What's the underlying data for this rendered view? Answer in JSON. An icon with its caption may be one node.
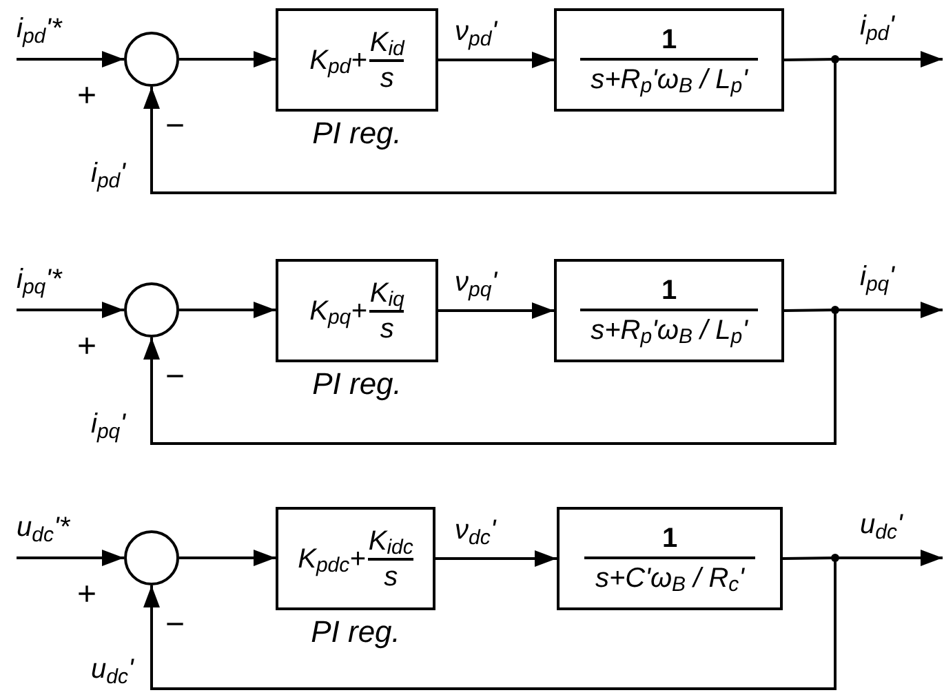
{
  "diagram": {
    "nodes": [
      {
        "text": [],
        "shape": "circle"
      },
      {
        "text": [
          "K$_{pd}$+",
          "K$_{id}$",
          "s"
        ],
        "beside": [
          "PI reg."
        ]
      },
      {
        "text": [
          "1",
          "s+R$_{p}$'ω$_{B}$ / L$_{p}$'"
        ]
      },
      {
        "text": [],
        "shape": "dot"
      },
      {
        "text": [],
        "shape": "circle"
      },
      {
        "text": [
          "K$_{pq}$+",
          "K$_{iq}$",
          "s"
        ],
        "beside": [
          "PI reg."
        ]
      },
      {
        "text": [
          "1",
          "s+R$_{p}$'ω$_{B}$ / L$_{p}$'"
        ]
      },
      {
        "text": [],
        "shape": "dot"
      },
      {
        "text": [],
        "shape": "circle"
      },
      {
        "text": [
          "K$_{pdc}$+",
          "K$_{idc}$",
          "s"
        ],
        "beside": [
          "PI reg."
        ]
      },
      {
        "text": [
          "1",
          "s+C'ω$_{B}$ / R$_{c}$'"
        ]
      },
      {
        "text": [],
        "shape": "dot"
      }
    ],
    "edges": [
      {
        "from": null,
        "to": 0,
        "arrow": "to",
        "label": "i$_{pd}$'*"
      },
      {
        "from": 0,
        "to": 1,
        "arrow": "to"
      },
      {
        "from": 1,
        "to": 2,
        "arrow": "to",
        "label": "ν$_{pd}$'"
      },
      {
        "from": 2,
        "to": 3,
        "arrow": "none"
      },
      {
        "from": 3,
        "to": null,
        "arrow": "to",
        "label": "i$_{pd}$'"
      },
      {
        "from": 3,
        "to": 0,
        "arrow": "to",
        "label": "i$_{pd}$'"
      },
      {
        "from": null,
        "to": 4,
        "arrow": "to",
        "label": "i$_{pq}$'*"
      },
      {
        "from": 4,
        "to": 5,
        "arrow": "to"
      },
      {
        "from": 5,
        "to": 6,
        "arrow": "to",
        "label": "ν$_{pq}$'"
      },
      {
        "from": 6,
        "to": 7,
        "arrow": "none"
      },
      {
        "from": 7,
        "to": null,
        "arrow": "to",
        "label": "i$_{pq}$'"
      },
      {
        "from": 7,
        "to": 4,
        "arrow": "to",
        "label": "i$_{pq}$'"
      },
      {
        "from": null,
        "to": 8,
        "arrow": "to",
        "label": "u$_{dc}$'*"
      },
      {
        "from": 8,
        "to": 9,
        "arrow": "to"
      },
      {
        "from": 9,
        "to": 10,
        "arrow": "to",
        "label": "ν$_{dc}$'"
      },
      {
        "from": 10,
        "to": 11,
        "arrow": "none"
      },
      {
        "from": 11,
        "to": null,
        "arrow": "to",
        "label": "u$_{dc}$'"
      },
      {
        "from": 11,
        "to": 8,
        "arrow": "to",
        "label": "u$_{dc}$'"
      }
    ],
    "labels": [
      "+",
      "−",
      "+",
      "−",
      "+",
      "−"
    ]
  }
}
